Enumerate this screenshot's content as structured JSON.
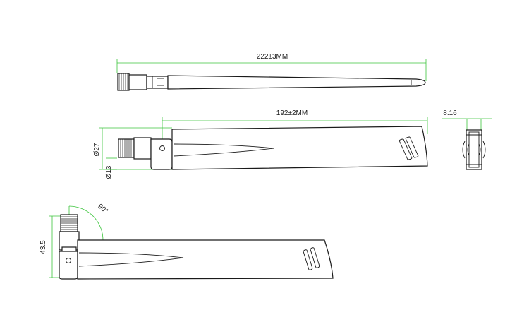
{
  "dimensions": {
    "overall_length": "222±3MM",
    "blade_length": "192±2MM",
    "thickness": "8.16",
    "diameter_large": "Ø27",
    "diameter_small": "Ø13",
    "height_bent": "43.5",
    "bend_angle": "90°"
  },
  "colors": {
    "outline": "#1a1a1a",
    "dimension_line": "#3cc43c",
    "background": "#ffffff"
  }
}
